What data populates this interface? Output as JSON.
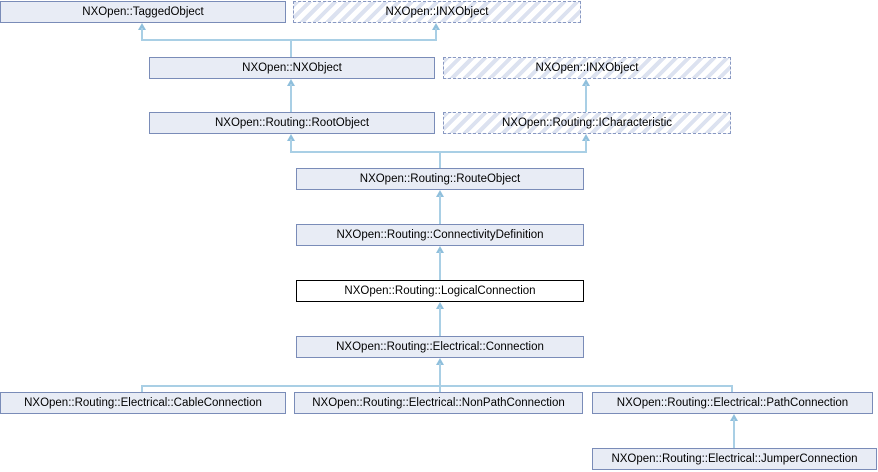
{
  "diagram": {
    "type": "class-inheritance-graph",
    "current_class": "NXOpen::Routing::LogicalConnection",
    "colors": {
      "node_fill": "#e8ecf5",
      "node_border": "#7a8cb8",
      "hatch_stripe": "#dce2f0",
      "current_node_border": "#000000",
      "current_node_fill": "#ffffff",
      "edge_line": "#a9cfe5",
      "edge_arrowhead": "#8fbfdc"
    },
    "nodes": [
      {
        "label": "NXOpen::TaggedObject",
        "kind": "class"
      },
      {
        "label": "NXOpen::INXObject",
        "kind": "interface"
      },
      {
        "label": "NXOpen::NXObject",
        "kind": "class"
      },
      {
        "label": "NXOpen::INXObject",
        "kind": "interface"
      },
      {
        "label": "NXOpen::Routing::RootObject",
        "kind": "class"
      },
      {
        "label": "NXOpen::Routing::ICharacteristic",
        "kind": "interface"
      },
      {
        "label": "NXOpen::Routing::RouteObject",
        "kind": "class"
      },
      {
        "label": "NXOpen::Routing::ConnectivityDefinition",
        "kind": "class"
      },
      {
        "label": "NXOpen::Routing::LogicalConnection",
        "kind": "current"
      },
      {
        "label": "NXOpen::Routing::Electrical::Connection",
        "kind": "class"
      },
      {
        "label": "NXOpen::Routing::Electrical::CableConnection",
        "kind": "class"
      },
      {
        "label": "NXOpen::Routing::Electrical::NonPathConnection",
        "kind": "class"
      },
      {
        "label": "NXOpen::Routing::Electrical::PathConnection",
        "kind": "class"
      },
      {
        "label": "NXOpen::Routing::Electrical::JumperConnection",
        "kind": "class"
      }
    ],
    "edges": [
      {
        "from": "NXOpen::NXObject",
        "to": "NXOpen::TaggedObject"
      },
      {
        "from": "NXOpen::NXObject",
        "to": "NXOpen::INXObject"
      },
      {
        "from": "NXOpen::Routing::RootObject",
        "to": "NXOpen::NXObject"
      },
      {
        "from": "NXOpen::Routing::ICharacteristic",
        "to": "NXOpen::INXObject"
      },
      {
        "from": "NXOpen::Routing::RouteObject",
        "to": "NXOpen::Routing::RootObject"
      },
      {
        "from": "NXOpen::Routing::RouteObject",
        "to": "NXOpen::Routing::ICharacteristic"
      },
      {
        "from": "NXOpen::Routing::ConnectivityDefinition",
        "to": "NXOpen::Routing::RouteObject"
      },
      {
        "from": "NXOpen::Routing::LogicalConnection",
        "to": "NXOpen::Routing::ConnectivityDefinition"
      },
      {
        "from": "NXOpen::Routing::Electrical::Connection",
        "to": "NXOpen::Routing::LogicalConnection"
      },
      {
        "from": "NXOpen::Routing::Electrical::CableConnection",
        "to": "NXOpen::Routing::Electrical::Connection"
      },
      {
        "from": "NXOpen::Routing::Electrical::NonPathConnection",
        "to": "NXOpen::Routing::Electrical::Connection"
      },
      {
        "from": "NXOpen::Routing::Electrical::PathConnection",
        "to": "NXOpen::Routing::Electrical::Connection"
      },
      {
        "from": "NXOpen::Routing::Electrical::JumperConnection",
        "to": "NXOpen::Routing::Electrical::PathConnection"
      }
    ]
  }
}
